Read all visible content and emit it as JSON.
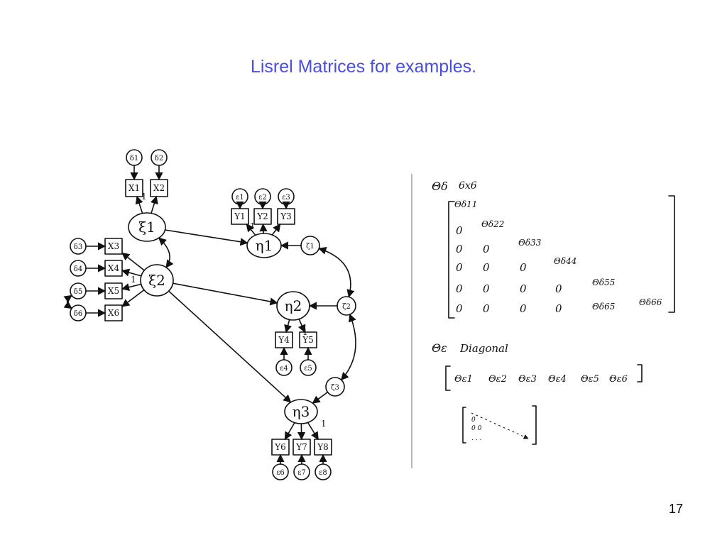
{
  "slide": {
    "title": "Lisrel Matrices for examples.",
    "page_number": "17"
  },
  "diagram": {
    "accent_color": "#4a4ee0",
    "nodes": {
      "delta1": "δ1",
      "delta2": "δ2",
      "delta3": "δ3",
      "delta4": "δ4",
      "delta5": "δ5",
      "delta6": "δ6",
      "x1": "X1",
      "x2": "X2",
      "x3": "X3",
      "x4": "X4",
      "x5": "X5",
      "x6": "X6",
      "xi1": "ξ1",
      "xi2": "ξ2",
      "eta1": "η1",
      "eta2": "η2",
      "eta3": "η3",
      "zeta1": "ζ1",
      "zeta2": "ζ2",
      "zeta3": "ζ3",
      "y1": "Y1",
      "y2": "Y2",
      "y3": "Y3",
      "y4": "Y4",
      "y5": "Y5",
      "y6": "Y6",
      "y7": "Y7",
      "y8": "Y8",
      "eps1": "ε1",
      "eps2": "ε2",
      "eps3": "ε3",
      "eps4": "ε4",
      "eps5": "ε5",
      "eps6": "ε6",
      "eps7": "ε7",
      "eps8": "ε8"
    },
    "fixed_loading_label": "1"
  },
  "matrices": {
    "theta_delta": {
      "name": "Θδ",
      "size": "6x6",
      "rows": [
        [
          "Θδ11"
        ],
        [
          "0",
          "Θδ22"
        ],
        [
          "0",
          "0",
          "Θδ33"
        ],
        [
          "0",
          "0",
          "0",
          "Θδ44"
        ],
        [
          "0",
          "0",
          "0",
          "0",
          "Θδ55"
        ],
        [
          "0",
          "0",
          "0",
          "0",
          "Θδ65",
          "Θδ66"
        ]
      ]
    },
    "theta_epsilon": {
      "name": "Θε",
      "label": "Diagonal",
      "entries": [
        "Θε1",
        "Θε2",
        "Θε3",
        "Θε4",
        "Θε5",
        "Θε6"
      ]
    },
    "small_matrix": {
      "entries": [
        "0",
        "0 0",
        ". . ."
      ]
    }
  }
}
